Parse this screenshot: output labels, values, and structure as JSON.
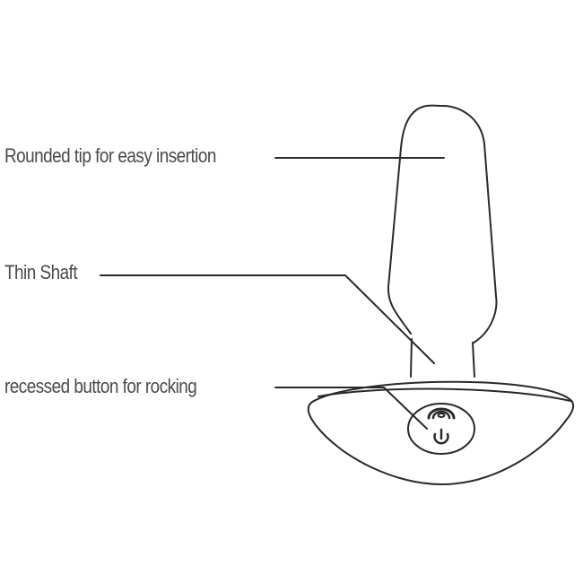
{
  "diagram": {
    "callouts": [
      {
        "id": "tip",
        "label": "Rounded tip for easy insertion"
      },
      {
        "id": "shaft",
        "label": "Thin Shaft"
      },
      {
        "id": "button",
        "label": "recessed button for rocking"
      }
    ],
    "colors": {
      "line": "#2a2a2a",
      "text": "#4a4a4a",
      "background": "#ffffff"
    },
    "icons": [
      "power-icon",
      "vibration-mode-icon"
    ]
  }
}
